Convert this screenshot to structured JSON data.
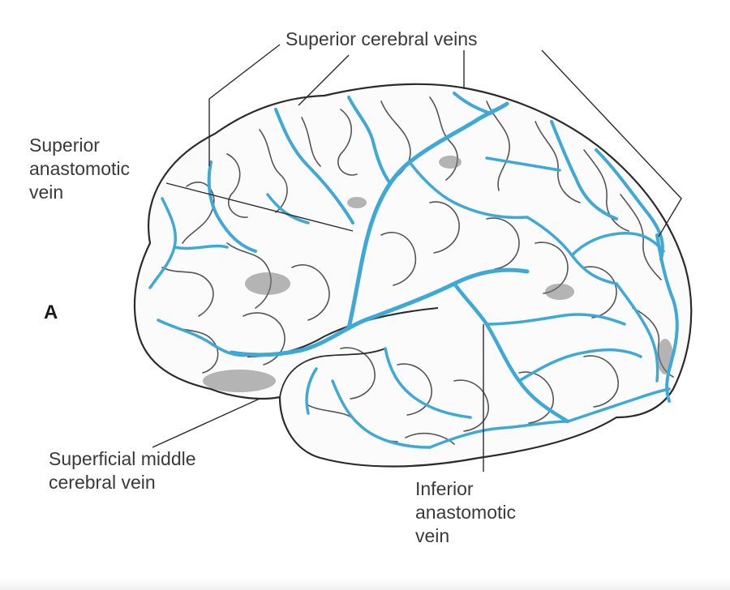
{
  "figure": {
    "panel_letter": "A",
    "vein_color": "#3fa9d6",
    "outline_color": "#2b2b2b",
    "shading_color": "#666666"
  },
  "labels": {
    "superior_cerebral_veins": [
      "Superior cerebral veins"
    ],
    "superior_anastomotic_vein": [
      "Superior",
      "anastomotic",
      "vein"
    ],
    "superficial_middle_cerebral_vein": [
      "Superficial middle",
      "cerebral vein"
    ],
    "inferior_anastomotic_vein": [
      "Inferior",
      "anastomotic",
      "vein"
    ]
  }
}
